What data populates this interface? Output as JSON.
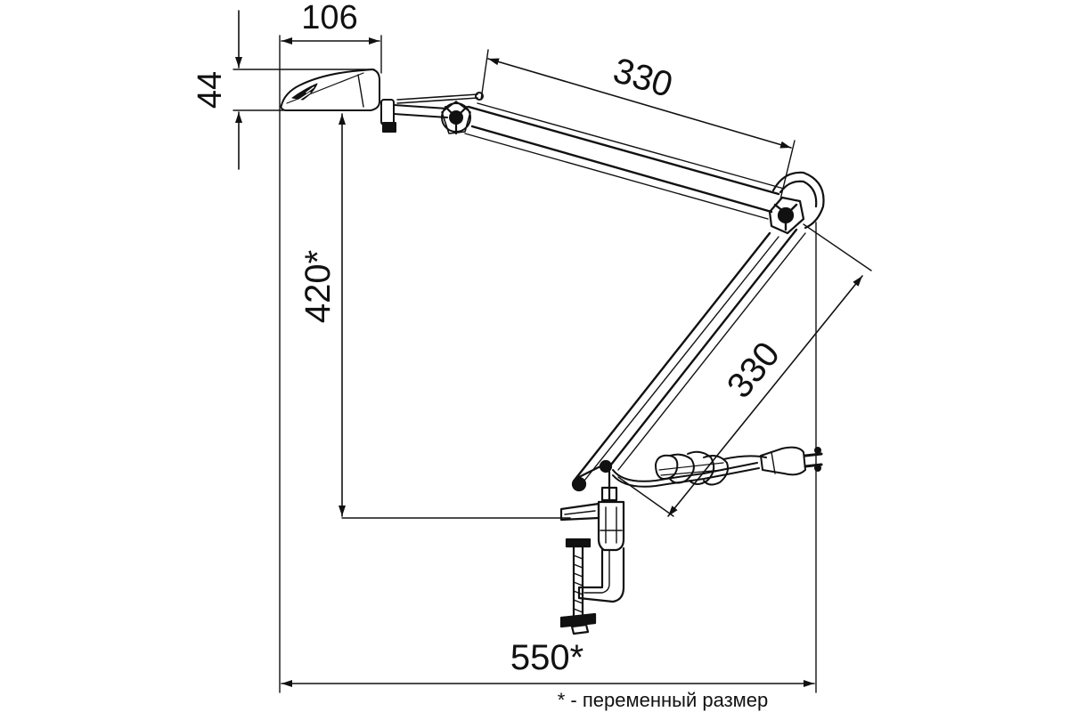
{
  "dimensions": {
    "head_length": "106",
    "head_height": "44",
    "upper_arm": "330",
    "lower_arm": "330",
    "height": "420*",
    "reach": "550*"
  },
  "footnote": "* - переменный размер"
}
